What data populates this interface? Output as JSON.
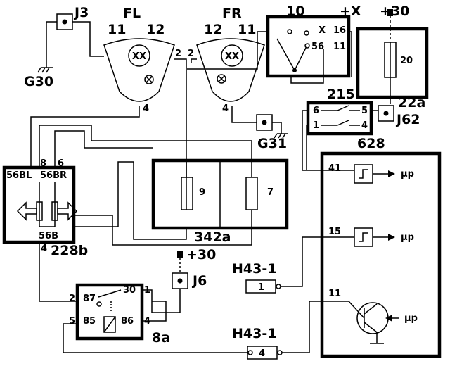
{
  "terminals": {
    "j3": "J3",
    "fl": "FL",
    "fr": "FR",
    "fl_pin11": "11",
    "fl_pin12": "12",
    "fr_pin12": "12",
    "fr_pin11": "11",
    "fl_pin2": "2",
    "fl_pin4": "4",
    "fr_pin2": "2",
    "fr_pin4": "4",
    "g30": "G30",
    "g31": "G31"
  },
  "switch_10": {
    "label": "10",
    "plus_x": "+X",
    "pin_x": "X",
    "pin_16": "16",
    "pin_56": "56",
    "pin_11": "11"
  },
  "fuse_20": {
    "plus30": "+30",
    "label": "20",
    "ref": "22a",
    "conn": "J62"
  },
  "relay_215": {
    "label": "215",
    "pin6": "6",
    "pin5": "5",
    "pin1": "1",
    "pin4": "4"
  },
  "fuse_block": {
    "fuse9": "9",
    "fuse7": "7",
    "label": "342a"
  },
  "switch_228b": {
    "pin8": "8",
    "pin6": "6",
    "bl": "56BL",
    "br": "56BR",
    "b": "56B",
    "pin4": "4",
    "label": "228b"
  },
  "relay_8a": {
    "pin2": "2",
    "p87": "87",
    "p30": "30",
    "p1": "1",
    "pin5": "5",
    "p85": "85",
    "p86": "86",
    "pin4": "4",
    "label": "8a"
  },
  "j6": {
    "plus30": "+30",
    "label": "J6"
  },
  "connectors": {
    "h43_upper": "H43-1",
    "h43_upper_pin": "1",
    "h43_lower": "H43-1",
    "h43_lower_pin": "4"
  },
  "ecu_628": {
    "label": "628",
    "in41": "41",
    "in15": "15",
    "in11": "11",
    "mp1": "μp",
    "mp2": "μp",
    "mp3": "μp"
  }
}
